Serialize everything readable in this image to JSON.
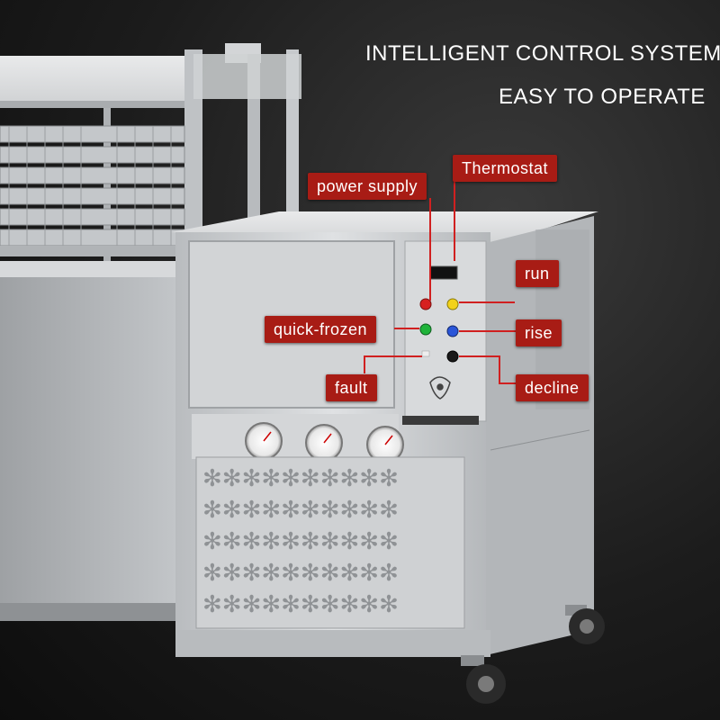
{
  "headline": {
    "line1": "INTELLIGENT CONTROL SYSTEM",
    "line2": "EASY TO OPERATE"
  },
  "callouts": {
    "thermostat": "Thermostat",
    "power_supply": "power supply",
    "run": "run",
    "quick_frozen": "quick-frozen",
    "rise": "rise",
    "fault": "fault",
    "decline": "decline"
  },
  "colors": {
    "label_bg": "#a81c15",
    "background": "#1c1c1c",
    "steel": "#c9ccce",
    "indicator_red": "#d62020",
    "indicator_yellow": "#f2d21b",
    "indicator_green": "#1fb33a",
    "indicator_blue": "#2a55d8",
    "indicator_black": "#1a1a1a"
  }
}
